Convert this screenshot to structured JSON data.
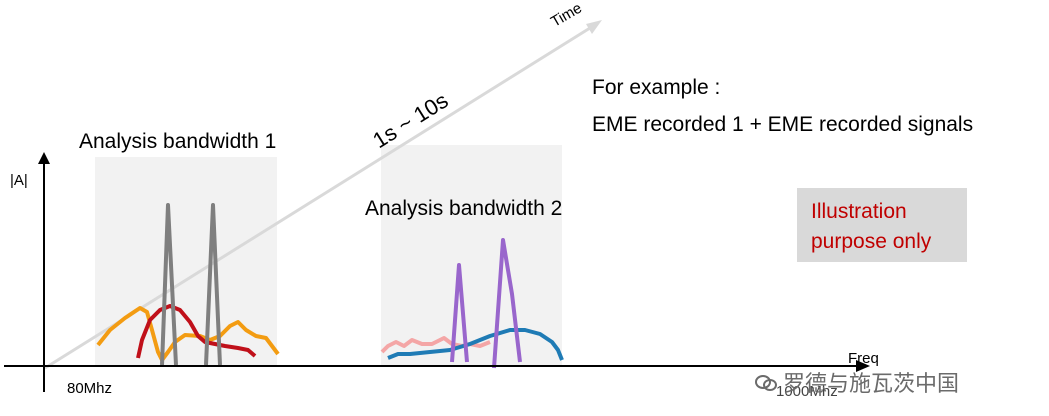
{
  "axes": {
    "y_label": "|A|",
    "x_label": "Freq",
    "x_start": "80Mhz",
    "x_end": "1000Mhz",
    "time_label": "Time"
  },
  "time_range": "1s ~ 10s",
  "bands": [
    {
      "label": "Analysis bandwidth 1"
    },
    {
      "label": "Analysis bandwidth 2"
    }
  ],
  "example": {
    "line1": "For example :",
    "line2": "EME recorded 1 + EME recorded signals"
  },
  "note": {
    "line1": "Illustration",
    "line2": "purpose only"
  },
  "watermark": {
    "text": "罗德与施瓦茨中国"
  },
  "colors": {
    "gray": "#7f7f7f",
    "orange": "#f39c12",
    "red": "#c0101a",
    "purple": "#9966cc",
    "pink": "#f4a6a6",
    "blue": "#1f7bb5",
    "note_text": "#c00000",
    "note_bg": "#d9d9d9"
  }
}
